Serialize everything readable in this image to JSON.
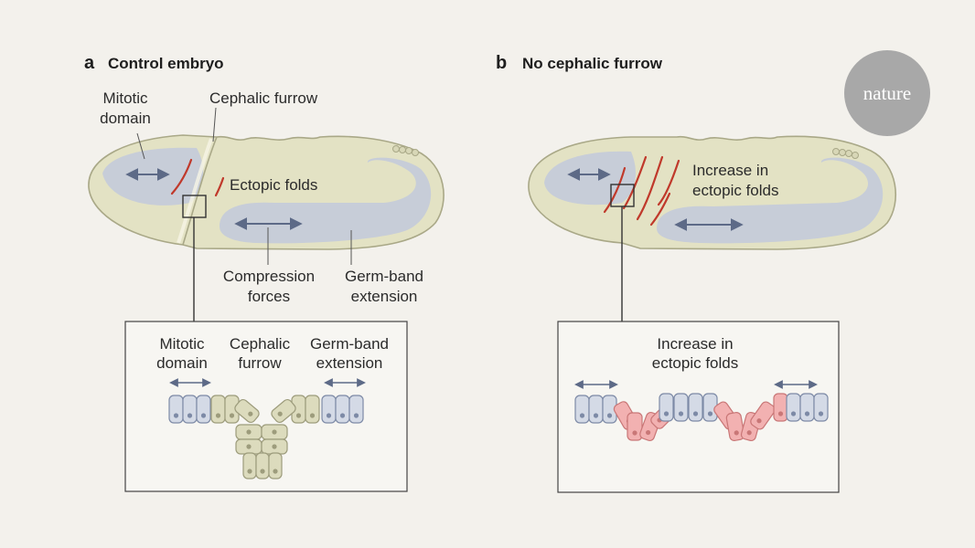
{
  "panel_a": {
    "letter": "a",
    "title": "Control embryo",
    "labels": {
      "mitotic_l1": "Mitotic",
      "mitotic_l2": "domain",
      "cephalic_furrow": "Cephalic furrow",
      "ectopic_folds": "Ectopic folds",
      "compression_l1": "Compression",
      "compression_l2": "forces",
      "germband_l1": "Germ-band",
      "germband_l2": "extension"
    },
    "inset": {
      "mitotic_l1": "Mitotic",
      "mitotic_l2": "domain",
      "cephalic_l1": "Cephalic",
      "cephalic_l2": "furrow",
      "germband_l1": "Germ-band",
      "germband_l2": "extension"
    }
  },
  "panel_b": {
    "letter": "b",
    "title": "No cephalic furrow",
    "labels": {
      "increase_l1": "Increase in",
      "increase_l2": "ectopic folds"
    },
    "inset": {
      "increase_l1": "Increase in",
      "increase_l2": "ectopic folds"
    }
  },
  "logo": {
    "text": "nature"
  },
  "colors": {
    "background": "#f3f1ec",
    "embryo_fill": "#e3e2c4",
    "embryo_stroke": "#a9a887",
    "domain_blue": "#c7cdd8",
    "arrow": "#5d6a87",
    "fold_red": "#c0392b",
    "blue_cell": "#d4dae6",
    "beige_cell": "#dcdbbd",
    "pink_cell": "#f2b1b1",
    "logo_circle": "#a8a8a8"
  }
}
